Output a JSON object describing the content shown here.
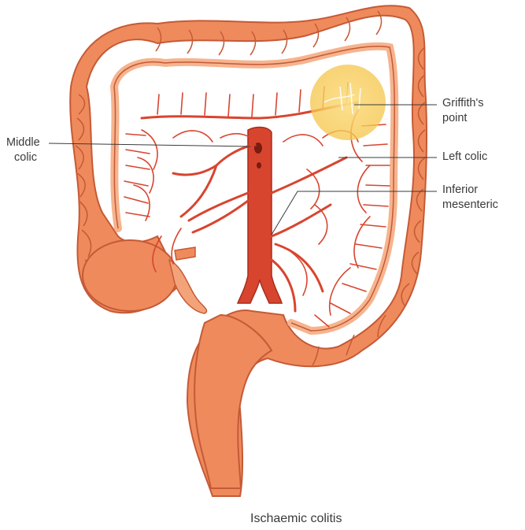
{
  "labels": {
    "griffiths_point": [
      "Griffith's",
      "point"
    ],
    "left_colic": "Left colic",
    "inferior_mesenteric": [
      "Inferior",
      "mesenteric"
    ],
    "middle_colic": [
      "Middle",
      "colic"
    ]
  },
  "caption": "Ischaemic colitis",
  "colors": {
    "bowel": "#ef8a5c",
    "bowel_outline": "#c55a36",
    "artery": "#d8452f",
    "highlight": "#f6c54a",
    "label_text": "#3a3a3a"
  }
}
